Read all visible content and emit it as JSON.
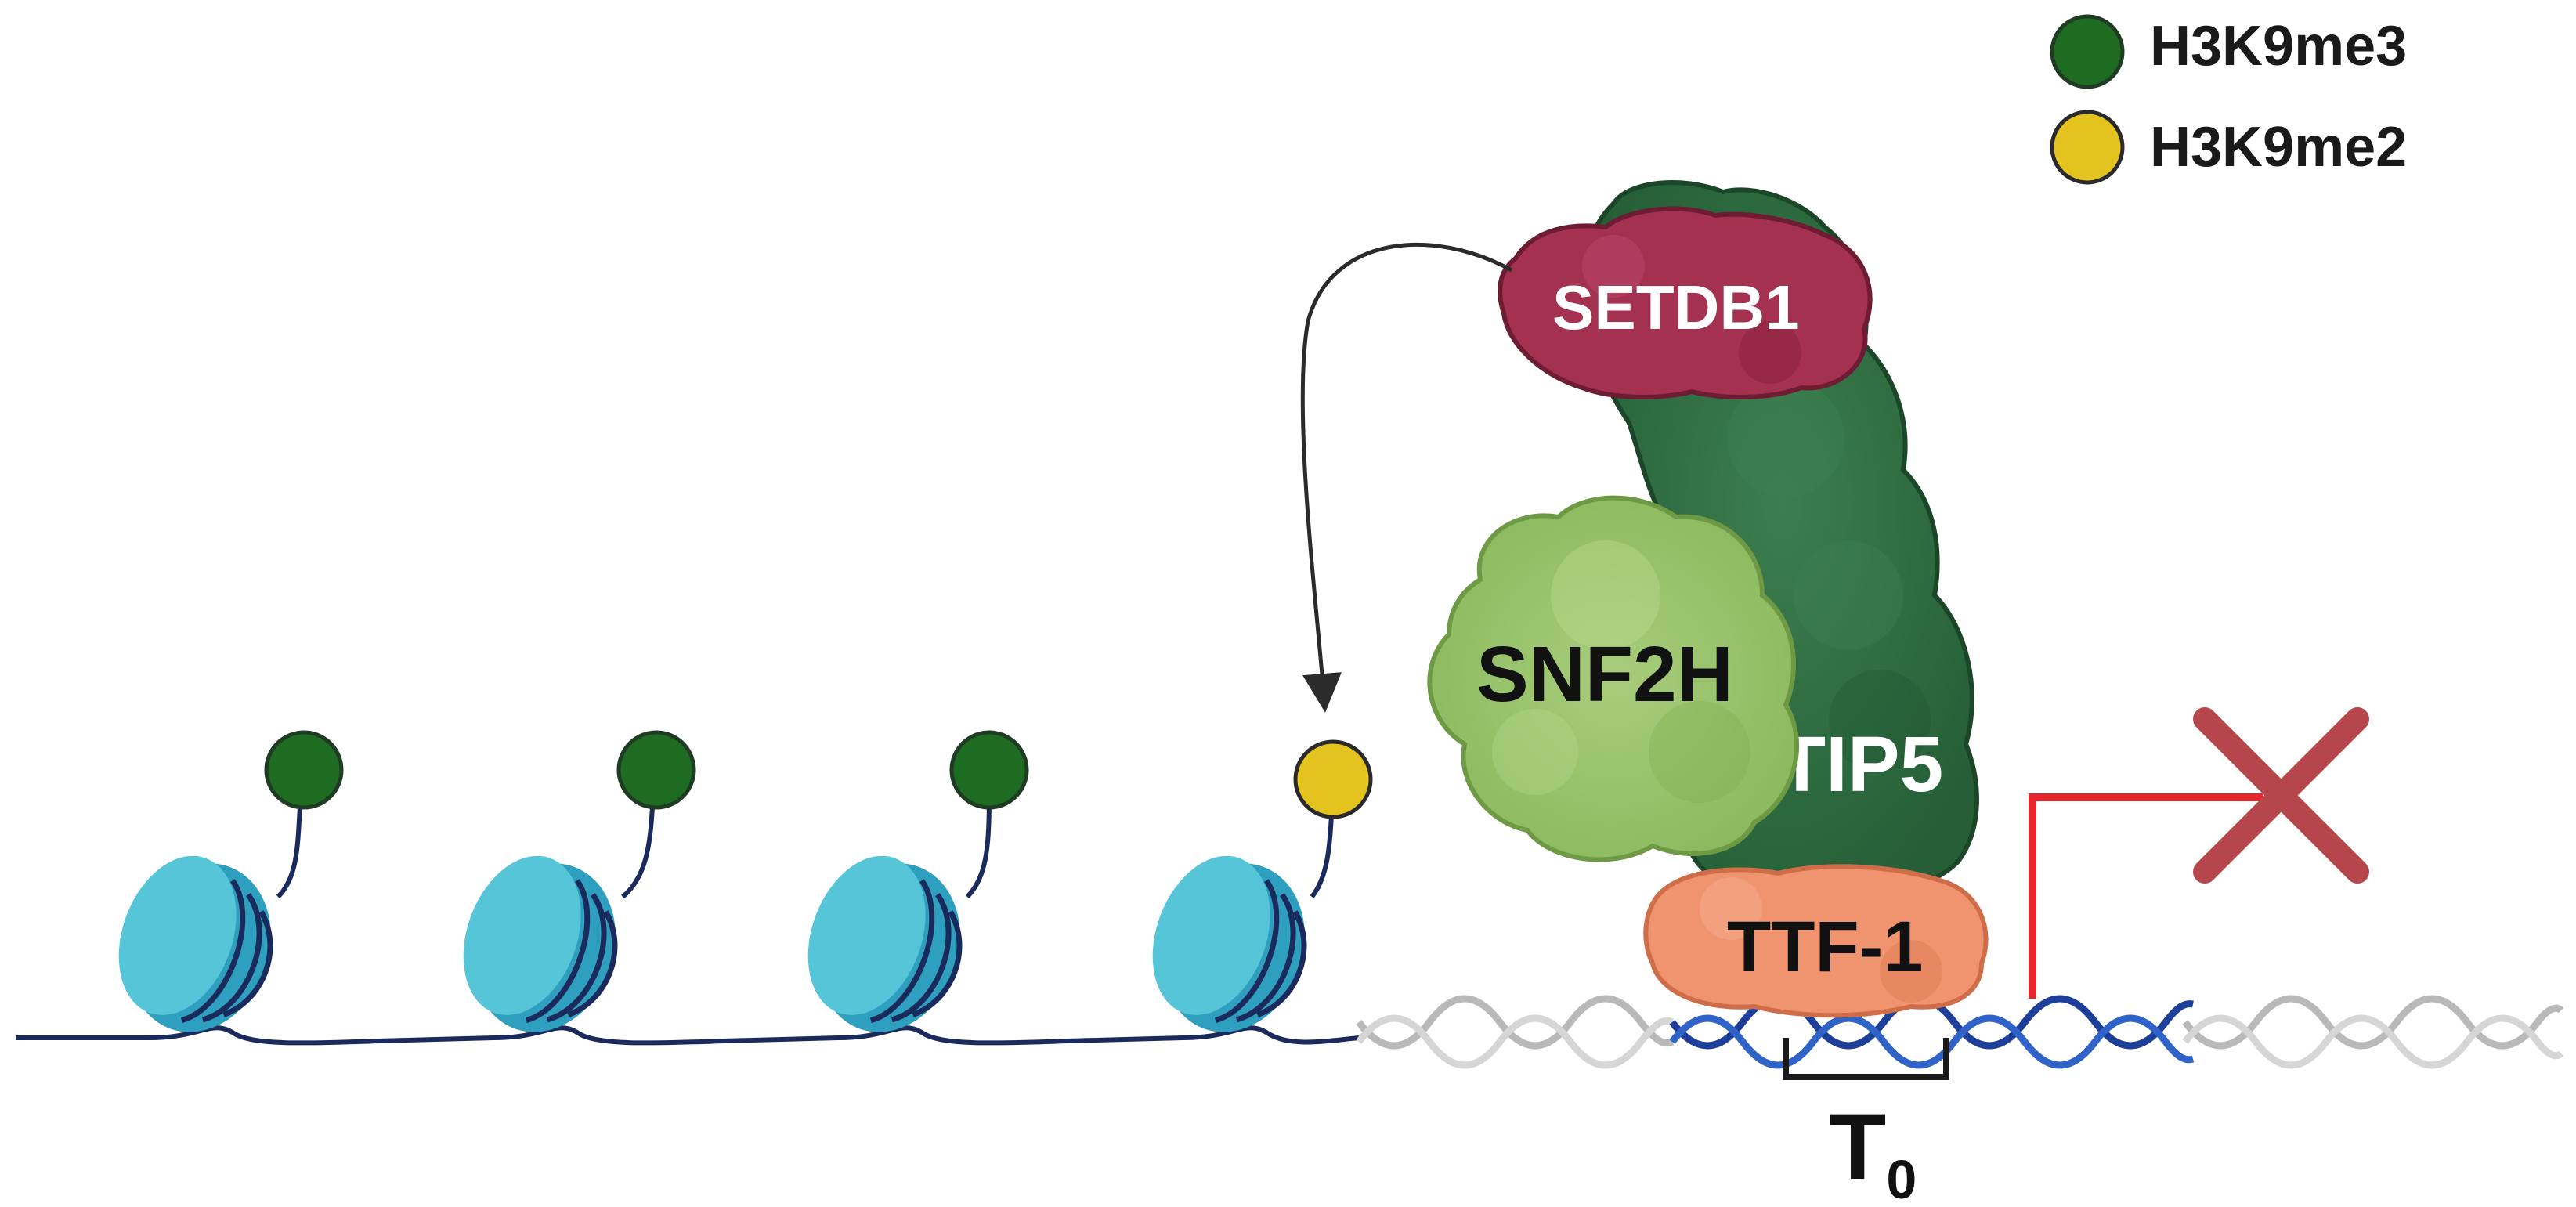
{
  "legend": {
    "items": [
      {
        "label": "H3K9me3",
        "color": "#1e6b22"
      },
      {
        "label": "H3K9me2",
        "color": "#e5c31e"
      }
    ]
  },
  "proteins": {
    "setdb1": {
      "label": "SETDB1",
      "color": "#a4314f"
    },
    "snf2h": {
      "label": "SNF2H",
      "color": "#97c16a"
    },
    "tip5": {
      "label": "TIP5",
      "color": "#2c6c3e"
    },
    "ttf1": {
      "label": "TTF-1",
      "color": "#f0936f"
    }
  },
  "site": {
    "label": "T",
    "subscript": "0"
  },
  "nucleosome_marks": [
    "H3K9me3",
    "H3K9me3",
    "H3K9me3",
    "H3K9me2"
  ],
  "colors": {
    "nucleosome": "#3fb6cf",
    "linker_dna": "#1b2a5c",
    "dna_inactive": "#b9b9b9",
    "dna_active": "#1d3f9a",
    "promoter_arrow": "#e8262e",
    "block_cross": "#b5474c"
  }
}
